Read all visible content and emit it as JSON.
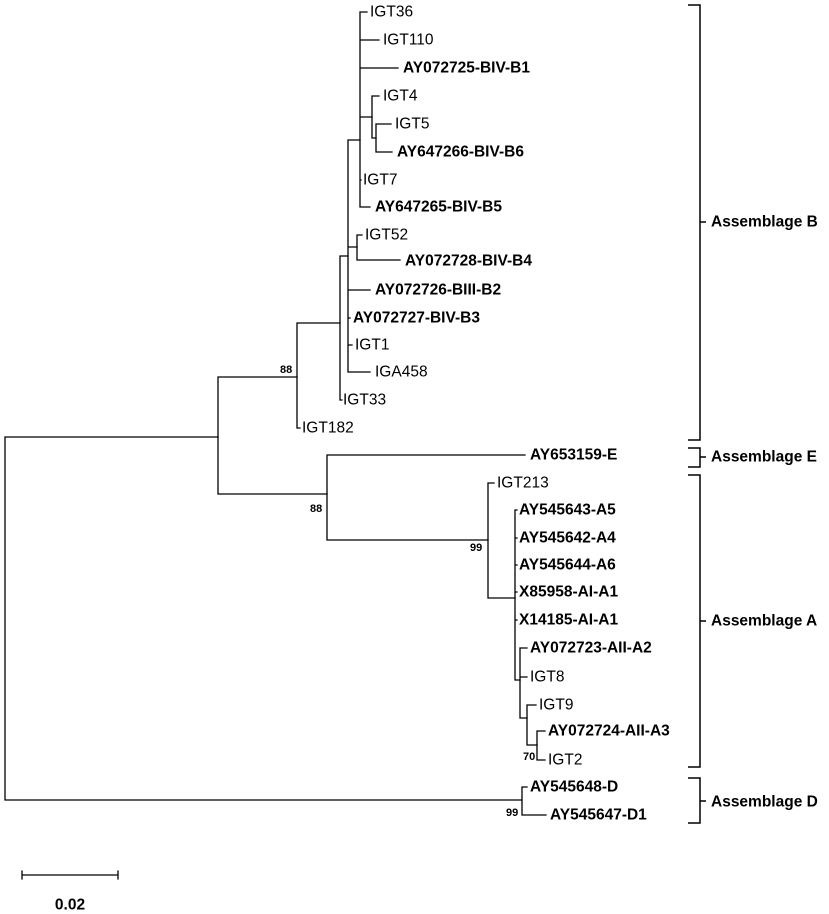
{
  "tree": {
    "leaves": [
      "IGT36",
      "IGT110",
      "AY072725-BIV-B1",
      "IGT4",
      "IGT5",
      "AY647266-BIV-B6",
      "IGT7",
      "AY647265-BIV-B5",
      "IGT52",
      "AY072728-BIV-B4",
      "AY072726-BIII-B2",
      "AY072727-BIV-B3",
      "IGT1",
      "IGA458",
      "IGT33",
      "IGT182",
      "AY653159-E",
      "IGT213",
      "AY545643-A5",
      "AY545642-A4",
      "AY545644-A6",
      "X85958-AI-A1",
      "X14185-AI-A1",
      "AY072723-AII-A2",
      "IGT8",
      "IGT9",
      "AY072724-AII-A3",
      "IGT2",
      "AY545648-D",
      "AY545647-D1"
    ],
    "bootstrap": [
      "88",
      "88",
      "99",
      "70",
      "99"
    ]
  },
  "assemblages": [
    "Assemblage B",
    "Assemblage E",
    "Assemblage A",
    "Assemblage D"
  ],
  "scale_bar": {
    "label": "0.02"
  }
}
